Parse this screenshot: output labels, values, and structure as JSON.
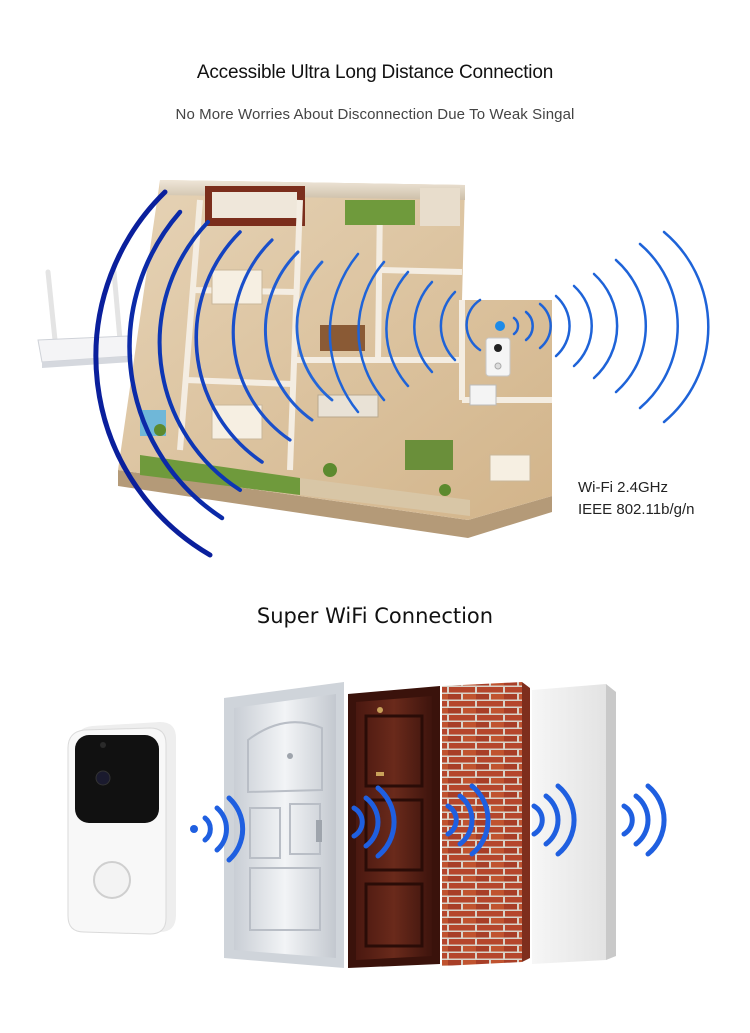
{
  "section1": {
    "title": "Accessible Ultra Long Distance Connection",
    "subtitle": "No More Worries About Disconnection Due To Weak Singal",
    "spec_lines": [
      "Wi-Fi 2.4GHz",
      "IEEE 802.11b/g/n"
    ]
  },
  "section2": {
    "title": "Super WiFi Connection"
  },
  "colors": {
    "wave_dark": "#0a1f9c",
    "wave_light": "#2a7fe0",
    "floor_wood": "#c89a63",
    "wall": "#f3ebe0",
    "brick": "#b8492e",
    "door_brown": "#5a1f14",
    "door_steel": "#dfe3e8"
  },
  "icons": [
    "router-icon",
    "doorbell-icon",
    "floor-plan-illustration",
    "steel-door",
    "wooden-door",
    "brick-wall",
    "concrete-wall"
  ]
}
